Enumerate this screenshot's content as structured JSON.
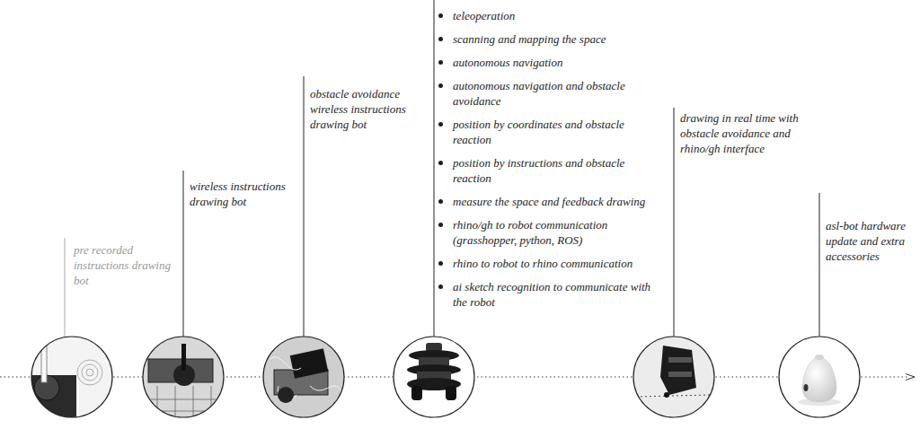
{
  "diagram": {
    "labels": [
      "pre recorded instructions drawing bot",
      "wireless instructions drawing bot",
      "obstacle avoidance wireless instructions drawing bot",
      "teleoperation",
      "scanning and mapping the space",
      "autonomous navigation",
      "autonomous navigation and obstacle avoidance",
      "position by coordinates and obstacle reaction",
      "position by instructions and obstacle reaction",
      "measure the space and feedback drawing",
      "rhino/gh to robot communication (grasshopper, python, ROS)",
      "rhino to robot to rhino communication",
      "ai sketch recognition to communicate with the robot",
      "drawing in real time with obstacle avoidance and rhino/gh interface",
      "asl-bot hardware update and extra accessories"
    ]
  }
}
